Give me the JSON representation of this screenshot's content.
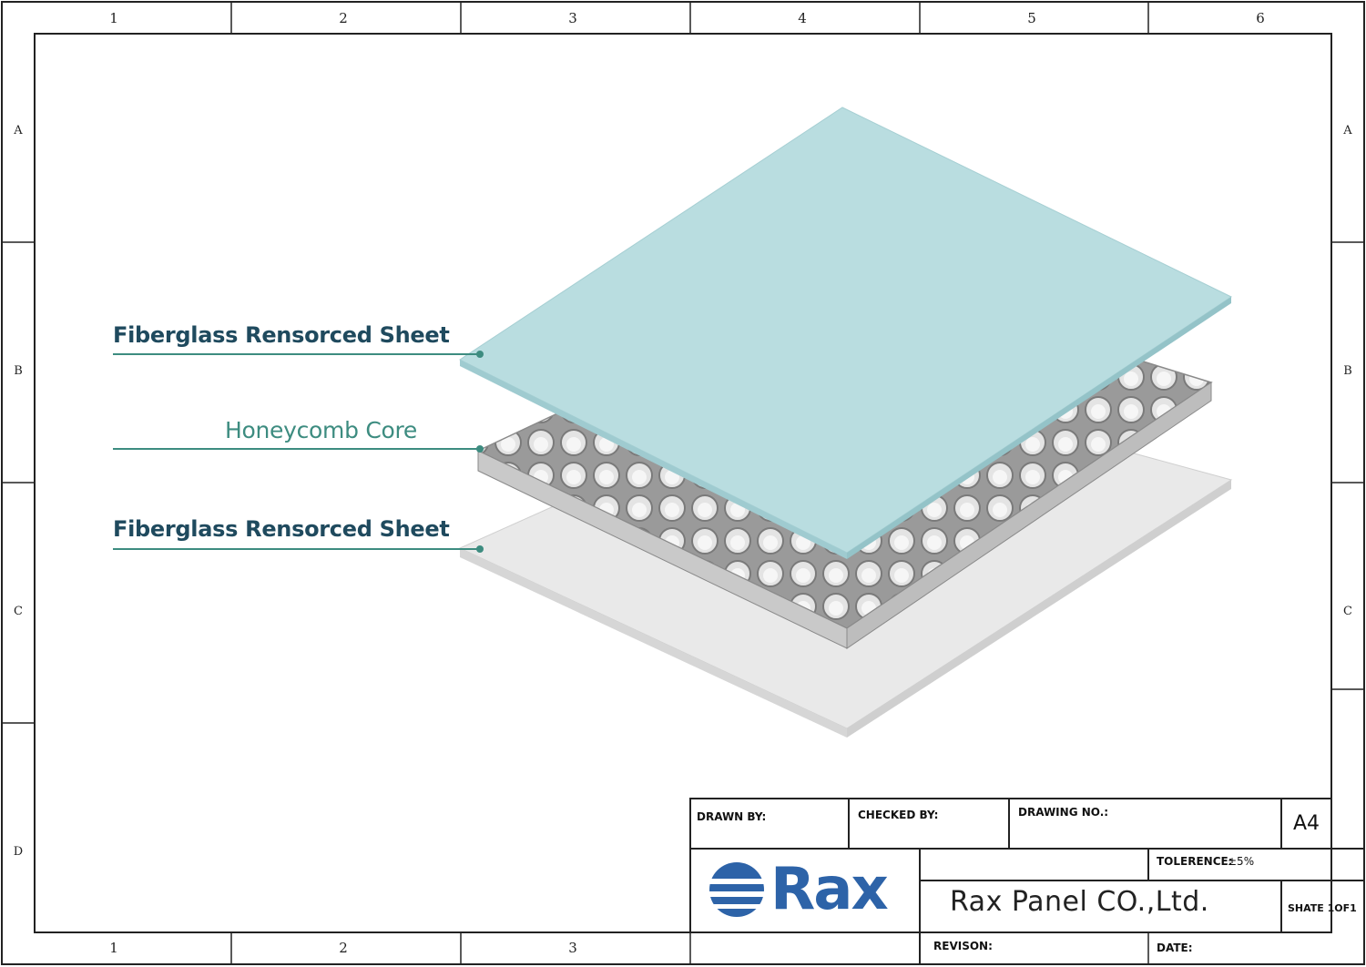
{
  "border": {
    "columns": [
      "1",
      "2",
      "3",
      "4",
      "5",
      "6"
    ],
    "columns_bottom": [
      "1",
      "2",
      "3"
    ],
    "rows": [
      "A",
      "B",
      "C",
      "D"
    ]
  },
  "diagram": {
    "layers": [
      {
        "label": "Fiberglass Rensorced Sheet",
        "color": "#b9dde0"
      },
      {
        "label": "Honeycomb Core",
        "color": "#d8d8d8"
      },
      {
        "label": "Fiberglass Rensorced Sheet",
        "color": "#e6e6e6"
      }
    ],
    "callout_color": "#3d8c80"
  },
  "title_block": {
    "drawn_by": "DRAWN BY:",
    "checked_by": "CHECKED BY:",
    "drawing_no": "DRAWING NO.:",
    "size": "A4",
    "tolerance_label": "TOLERENCE:",
    "tolerance_value": "±5%",
    "logo": "Rax",
    "logo_color": "#2d63a8",
    "company": "Rax Panel CO.,Ltd.",
    "sheet": "SHATE 1OF1",
    "revision": "REVISON:",
    "date": "DATE:"
  }
}
